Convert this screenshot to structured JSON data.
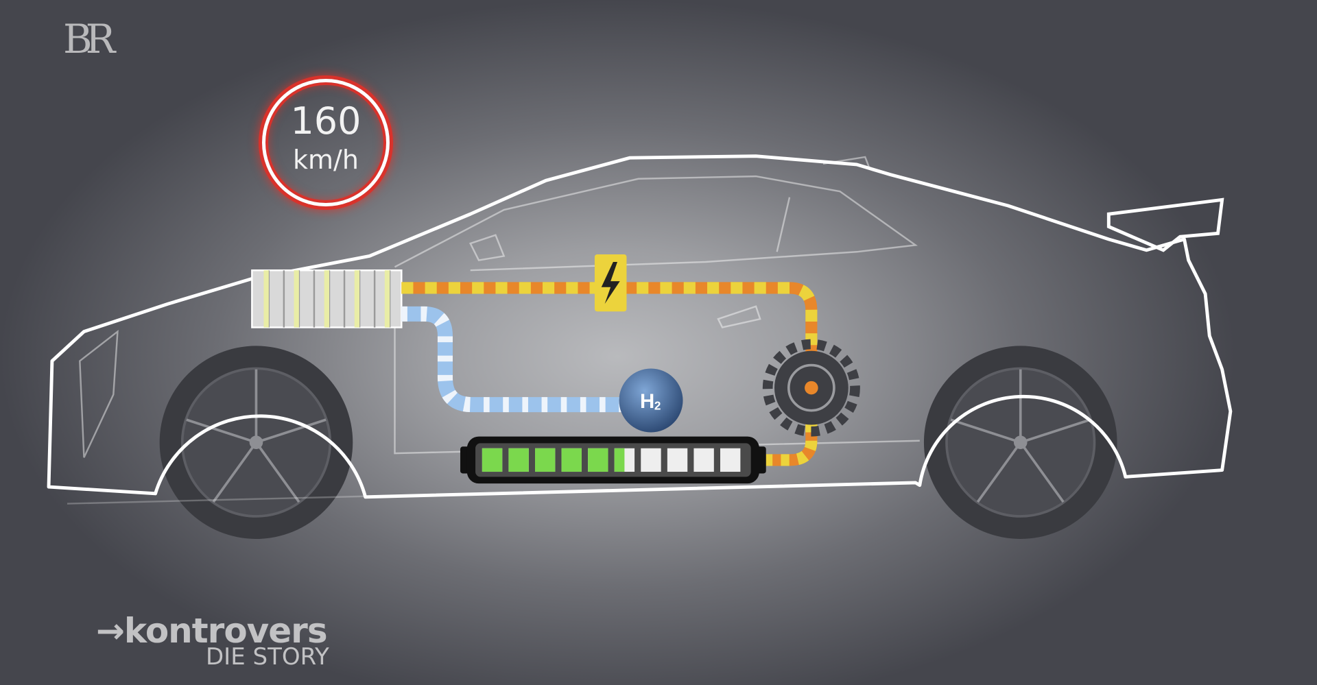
{
  "broadcaster_logo": "BR",
  "speed": {
    "value": "160",
    "unit": "km/h"
  },
  "hydrogen_label": "H",
  "hydrogen_subscript": "2",
  "battery": {
    "charge_fraction": 0.55,
    "segments": 10
  },
  "show": {
    "title": "kontrovers",
    "subtitle": "DIE STORY"
  },
  "colors": {
    "accent_red": "#d9322b",
    "cable_orange": "#e8872a",
    "cable_yellow": "#ecd33c",
    "hydrogen_blue": "#9cc3ec",
    "battery_green": "#7bd84d"
  }
}
